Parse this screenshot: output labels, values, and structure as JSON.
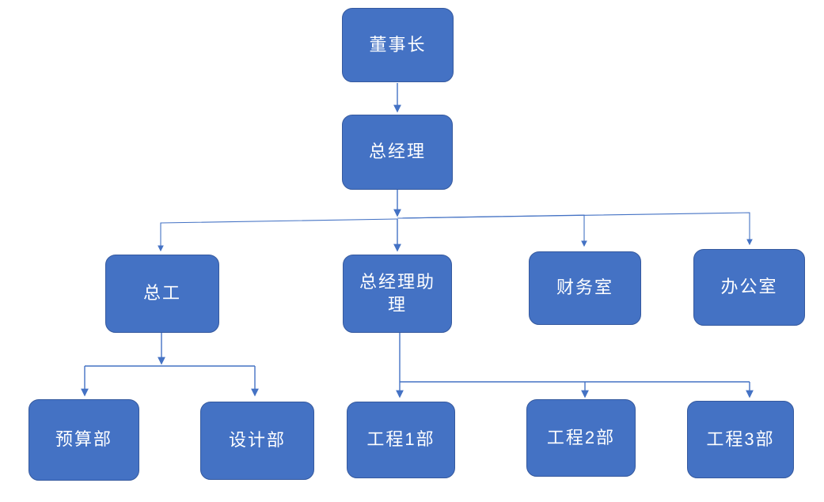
{
  "diagram_type": "org-chart",
  "colors": {
    "background": "#ffffff",
    "node_fill": "#4472C4",
    "node_border": "#35599E",
    "node_text": "#ffffff",
    "connector": "#4472C4"
  },
  "nodes": {
    "chairman": {
      "label": "董事长"
    },
    "general_manager": {
      "label": "总经理"
    },
    "chief_engineer": {
      "label": "总工"
    },
    "gm_assistant": {
      "label": "总经理助理"
    },
    "finance_office": {
      "label": "财务室"
    },
    "admin_office": {
      "label": "办公室"
    },
    "budget_dept": {
      "label": "预算部"
    },
    "design_dept": {
      "label": "设计部"
    },
    "engineering_dept_1": {
      "label": "工程1部"
    },
    "engineering_dept_2": {
      "label": "工程2部"
    },
    "engineering_dept_3": {
      "label": "工程3部"
    }
  },
  "edges": [
    {
      "from": "chairman",
      "to": "general_manager"
    },
    {
      "from": "general_manager",
      "to": "chief_engineer"
    },
    {
      "from": "general_manager",
      "to": "gm_assistant"
    },
    {
      "from": "general_manager",
      "to": "finance_office"
    },
    {
      "from": "general_manager",
      "to": "admin_office"
    },
    {
      "from": "chief_engineer",
      "to": "budget_dept"
    },
    {
      "from": "chief_engineer",
      "to": "design_dept"
    },
    {
      "from": "gm_assistant",
      "to": "engineering_dept_1"
    },
    {
      "from": "gm_assistant",
      "to": "engineering_dept_2"
    },
    {
      "from": "gm_assistant",
      "to": "engineering_dept_3"
    }
  ]
}
